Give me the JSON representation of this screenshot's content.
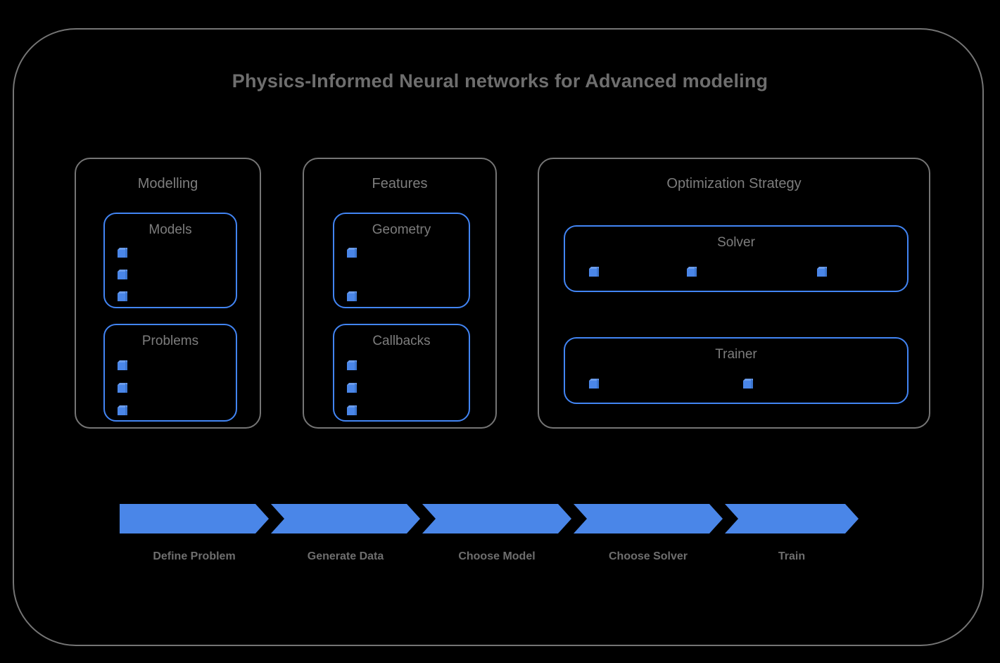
{
  "diagram": {
    "title": "Physics-Informed Neural networks for Advanced modeling",
    "colors": {
      "background": "#000000",
      "frame_border": "#757575",
      "text_gray": "#6e6e6e",
      "accent_blue": "#4285f4",
      "cube_blue": "#4a86e8"
    }
  },
  "groups": [
    {
      "id": "modelling",
      "title": "Modelling",
      "cards": [
        {
          "id": "models",
          "title": "Models",
          "bullet_count": 3,
          "bullet_layout": "vertical"
        },
        {
          "id": "problems",
          "title": "Problems",
          "bullet_count": 3,
          "bullet_layout": "vertical"
        }
      ]
    },
    {
      "id": "features",
      "title": "Features",
      "cards": [
        {
          "id": "geometry",
          "title": "Geometry",
          "bullet_count": 2,
          "bullet_layout": "vertical-spread"
        },
        {
          "id": "callbacks",
          "title": "Callbacks",
          "bullet_count": 3,
          "bullet_layout": "vertical"
        }
      ]
    },
    {
      "id": "optimization",
      "title": "Optimization Strategy",
      "cards": [
        {
          "id": "solver",
          "title": "Solver",
          "bullet_count": 3,
          "bullet_layout": "horizontal"
        },
        {
          "id": "trainer",
          "title": "Trainer",
          "bullet_count": 2,
          "bullet_layout": "horizontal"
        }
      ]
    }
  ],
  "pipeline": {
    "steps": [
      {
        "label": "Define Problem"
      },
      {
        "label": "Generate Data"
      },
      {
        "label": "Choose Model"
      },
      {
        "label": "Choose Solver"
      },
      {
        "label": "Train"
      }
    ]
  }
}
